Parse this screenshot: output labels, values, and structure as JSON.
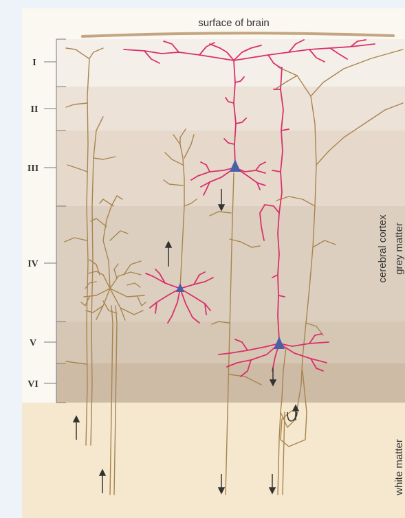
{
  "title": "surface of brain",
  "layers": [
    {
      "label": "I"
    },
    {
      "label": "II"
    },
    {
      "label": "III"
    },
    {
      "label": "IV"
    },
    {
      "label": "V"
    },
    {
      "label": "VI"
    }
  ],
  "side_labels": {
    "cortex": "cerebral cortex",
    "grey": "grey matter",
    "white": "white matter"
  },
  "colors": {
    "background": "#eef2f9",
    "white_matter": "#f6e7cf",
    "axon": "#a8844e",
    "pyramidal_neuron": "#d9306a",
    "soma": "#4a5fa8",
    "surface": "#c4a582",
    "layer_shades": [
      "#f5efe9",
      "#ece2d8",
      "#e6d9cb",
      "#ddcfbf",
      "#d6c6b4",
      "#cdbba6"
    ]
  }
}
